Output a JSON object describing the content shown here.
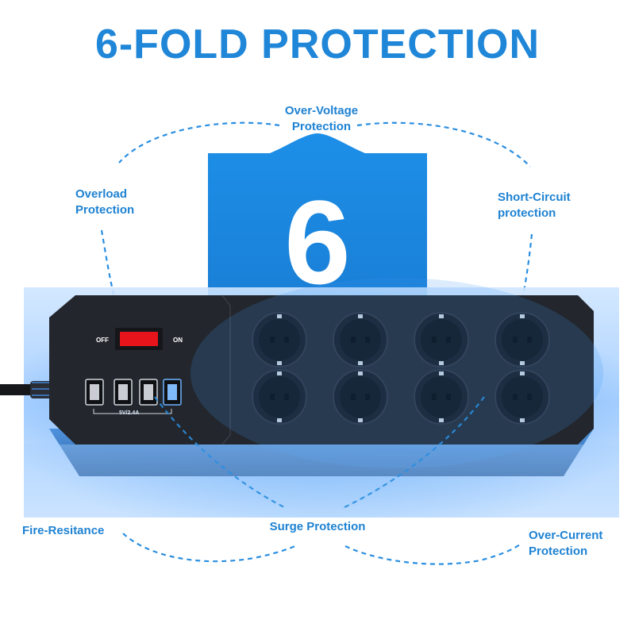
{
  "headline": "6-FOLD PROTECTION",
  "center_number": "6",
  "features": {
    "over_voltage": [
      "Over-Voltage",
      "Protection"
    ],
    "overload": [
      "Overload",
      "Protection"
    ],
    "short_circuit": [
      "Short-Circuit",
      "protection"
    ],
    "fire": [
      "Fire-Resitance"
    ],
    "surge": [
      "Surge Protection"
    ],
    "over_current": [
      "Over-Current",
      "Protection"
    ]
  },
  "device": {
    "switch_off": "OFF",
    "switch_on": "ON",
    "usb_rating": "5V/2.4A",
    "usb_port_count": 4,
    "socket_count": 8
  },
  "colors": {
    "accent_blue": "#1f86d8",
    "dashed_line": "#2a8ee0",
    "device_body": "#23262c",
    "switch_red": "#e8141b"
  }
}
